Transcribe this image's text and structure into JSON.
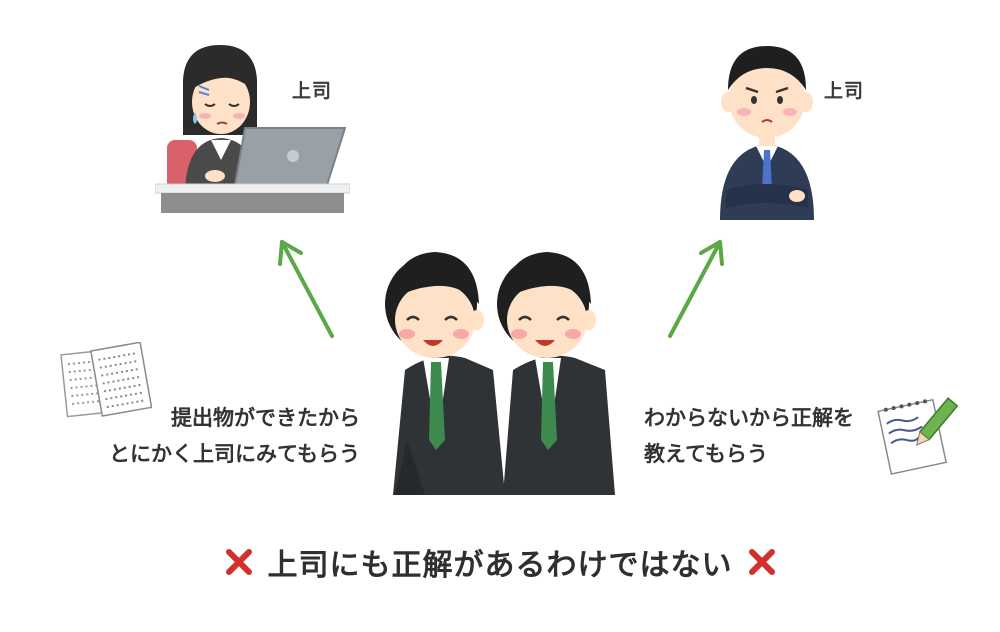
{
  "left_boss": {
    "label": "上司"
  },
  "right_boss": {
    "label": "上司"
  },
  "left_caption": {
    "line1": "提出物ができたから",
    "line2": "とにかく上司にみてもらう"
  },
  "right_caption": {
    "line1": "わからないから正解を",
    "line2": "教えてもらう"
  },
  "bottom": {
    "text": "上司にも正解があるわけではない"
  },
  "colors": {
    "arrow": "#5aa846",
    "x_mark": "#d32f2f",
    "suit": "#2f3336",
    "tie": "#3d8a4e",
    "skin": "#ffe1c7"
  },
  "icons": [
    "woman-at-laptop",
    "worried-man-arms-crossed",
    "bowing-man",
    "document-pages",
    "notepad-with-pen",
    "x-mark-icon",
    "arrow-up-icon"
  ]
}
